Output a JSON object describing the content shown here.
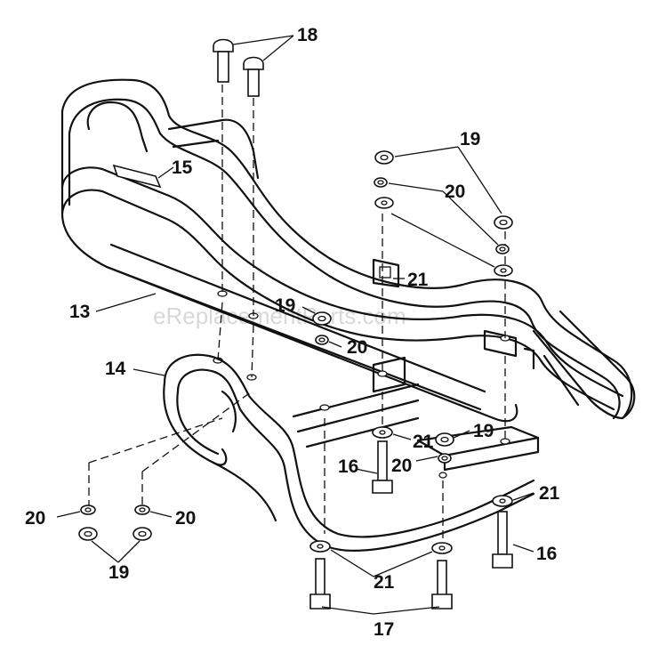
{
  "watermark": "eReplacementParts.com",
  "callouts": {
    "c13": "13",
    "c14": "14",
    "c15": "15",
    "c16a": "16",
    "c16b": "16",
    "c17": "17",
    "c18": "18",
    "c19a": "19",
    "c19b": "19",
    "c19c": "19",
    "c19d": "19",
    "c20a": "20",
    "c20b": "20",
    "c20c": "20",
    "c20d": "20",
    "c20e": "20",
    "c21a": "21",
    "c21b": "21",
    "c21c": "21",
    "c21d": "21"
  }
}
